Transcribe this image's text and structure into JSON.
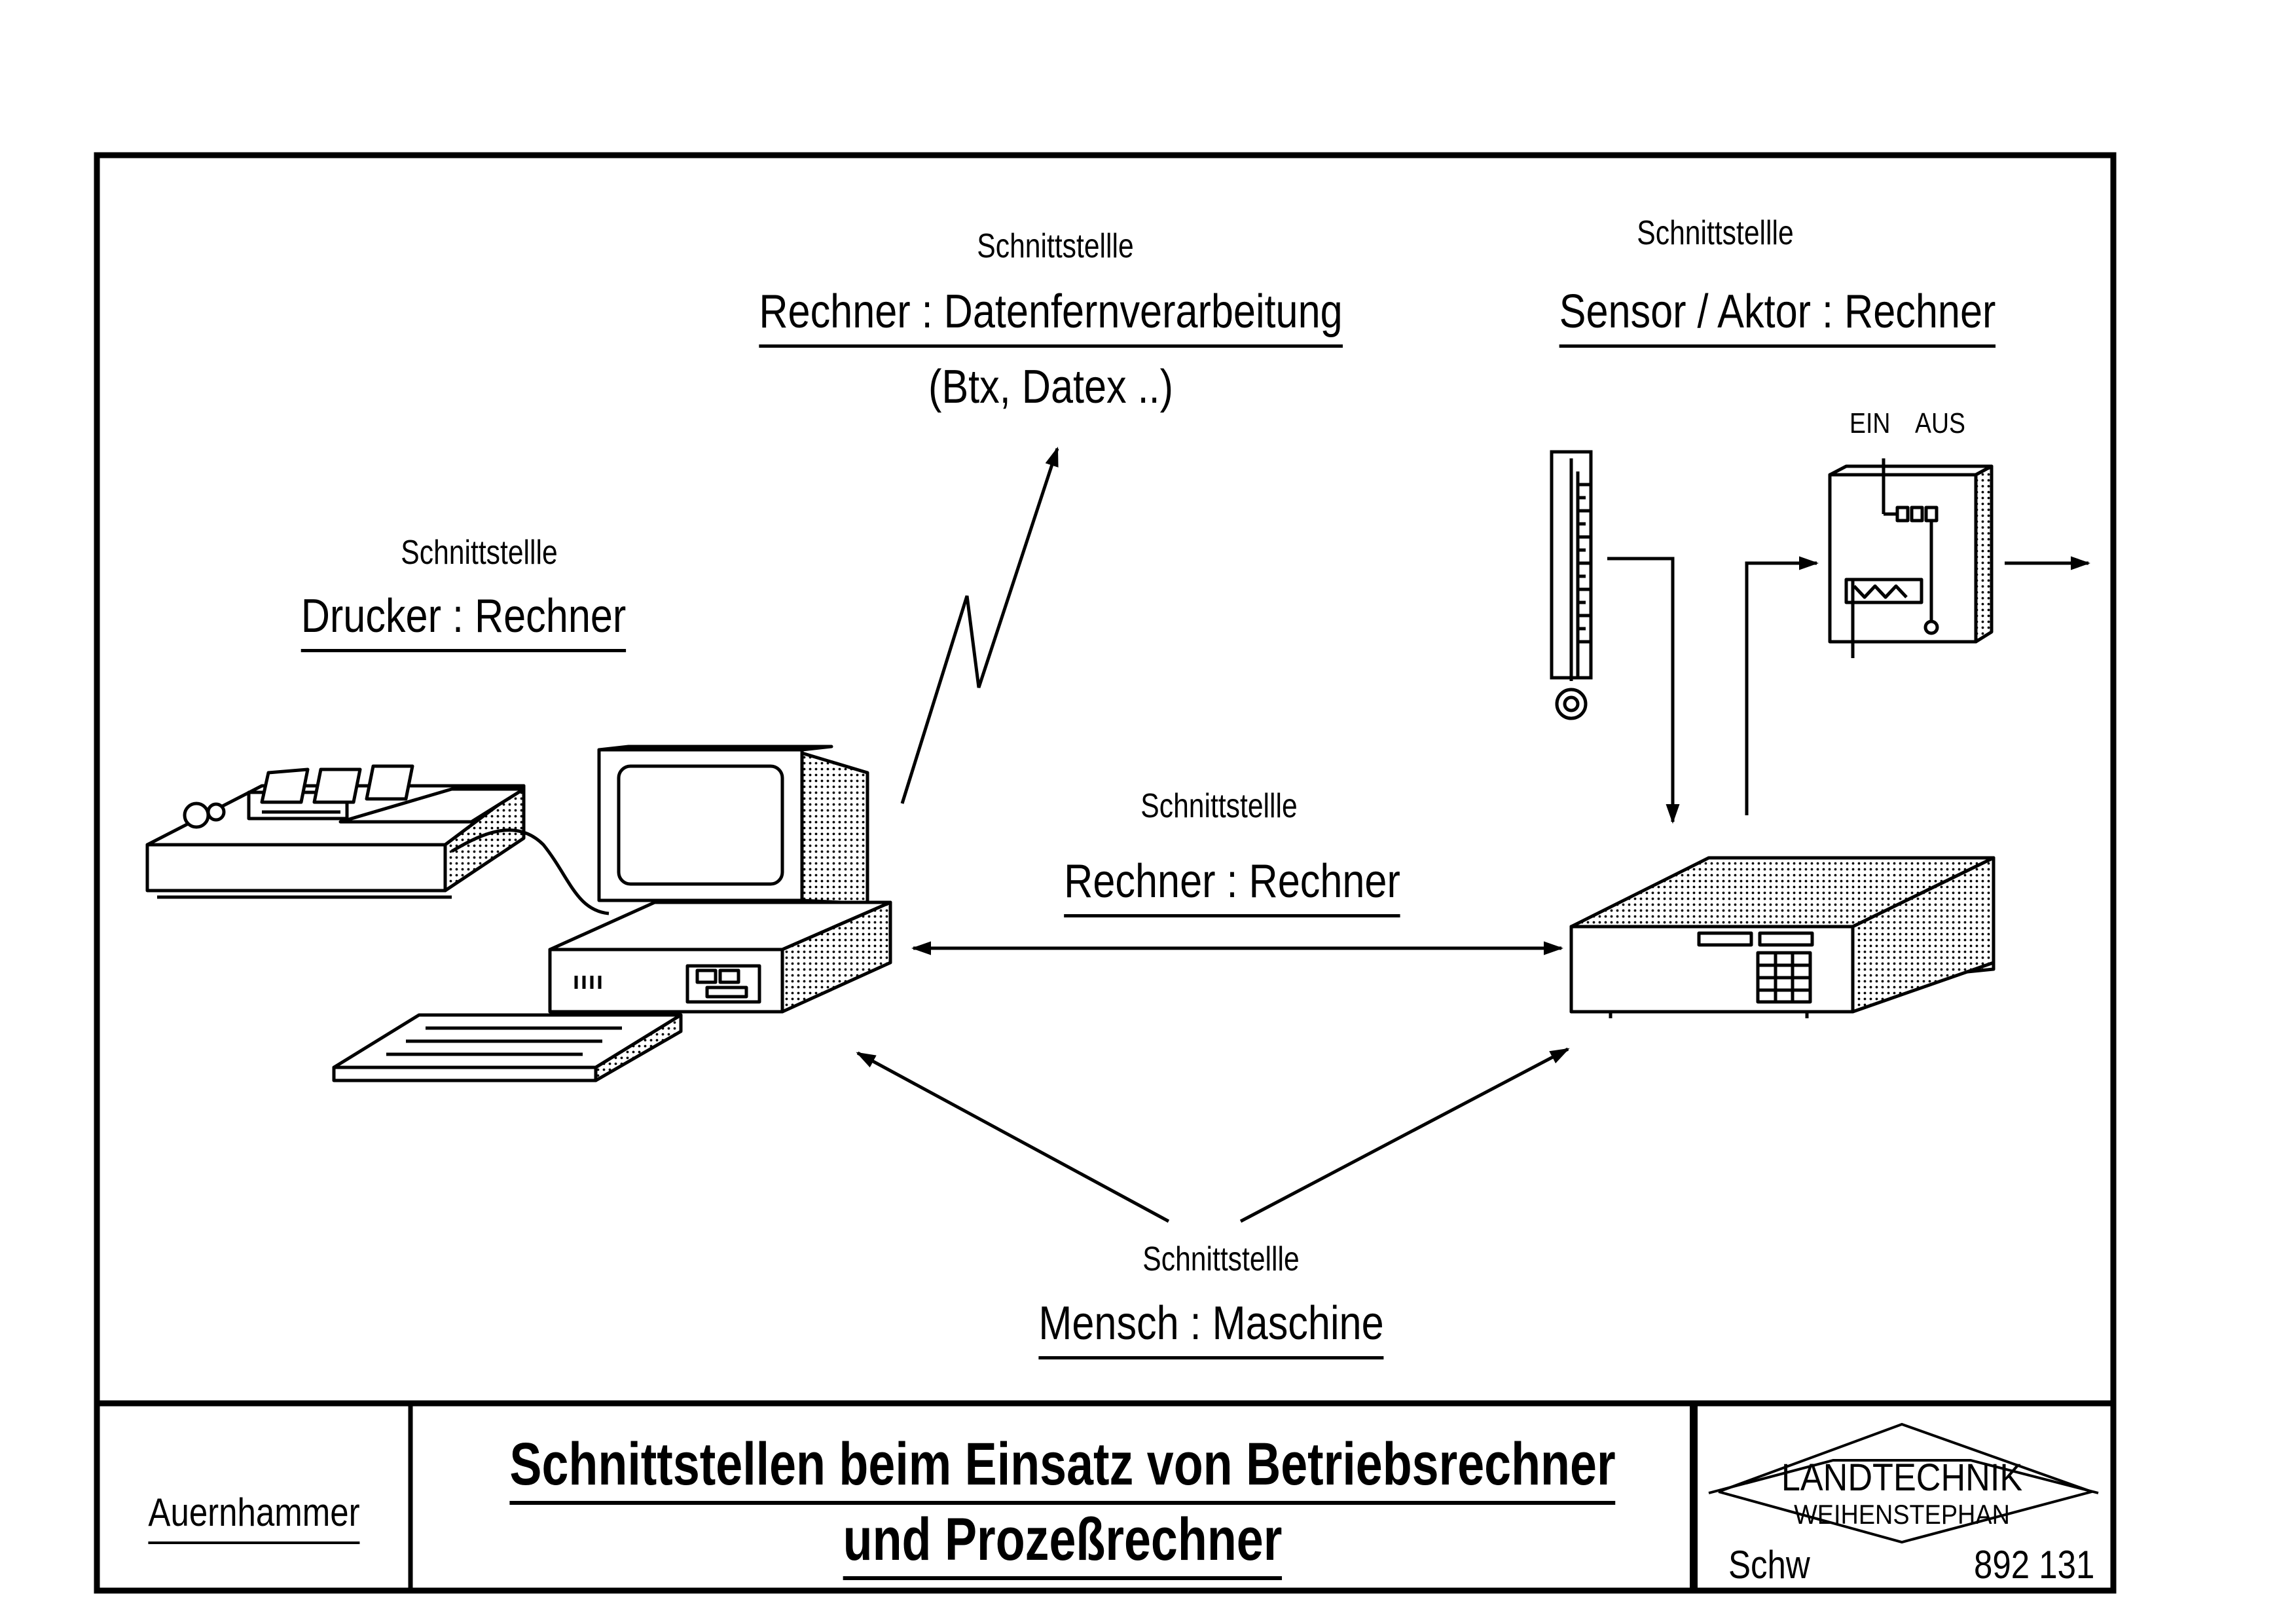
{
  "interfaces": {
    "remote": {
      "kicker": "Schnittstellle",
      "heading": "Rechner : Datenfernverarbeitung",
      "note": "(Btx, Datex ..)"
    },
    "sensor_actuator": {
      "kicker": "Schnittstellle",
      "heading": "Sensor / Aktor : Rechner"
    },
    "printer": {
      "kicker": "Schnittstellle",
      "heading": "Drucker : Rechner"
    },
    "computer_computer": {
      "kicker": "Schnittstellle",
      "heading": "Rechner : Rechner"
    },
    "human_machine": {
      "kicker": "Schnittstellle",
      "heading": "Mensch : Maschine"
    }
  },
  "relay": {
    "on_label": "EIN",
    "off_label": "AUS"
  },
  "title_block": {
    "author": "Auernhammer",
    "title_line1": "Schnittstellen beim Einsatz von Betriebsrechner",
    "title_line2": "und Prozeßrechner",
    "logo_line1": "LANDTECHNIK",
    "logo_line2": "WEIHENSTEPHAN",
    "drawn_by": "Schw",
    "drawing_number": "892 131"
  }
}
